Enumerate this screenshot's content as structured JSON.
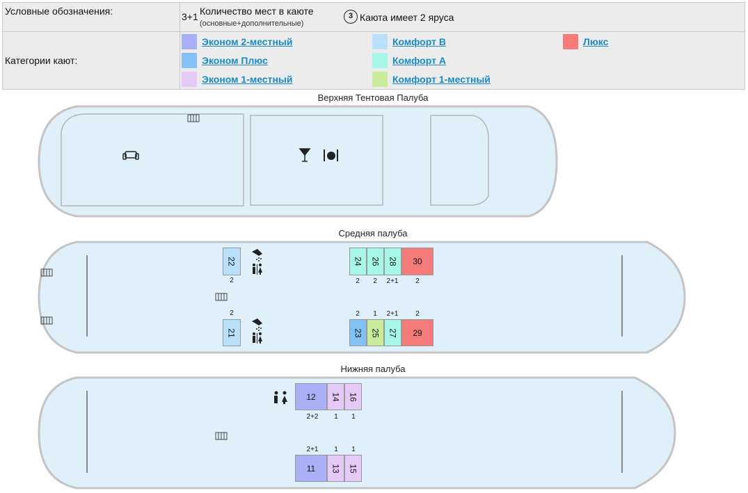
{
  "legend": {
    "title": "Условные обозначения:",
    "seat_example": "3+1",
    "seat_text": "Количество мест в каюте",
    "seat_subtext": "(основные+дополнительные)",
    "tier_number": "3",
    "tier_text": "Каюта имеет 2 яруса",
    "categories_label": "Категории кают:"
  },
  "categories": [
    {
      "label": "Эконом 2-местный",
      "color": "#aab0f5"
    },
    {
      "label": "Эконом Плюс",
      "color": "#84c1f6"
    },
    {
      "label": "Эконом 1-местный",
      "color": "#e5c9f7"
    },
    {
      "label": "Комфорт B",
      "color": "#b8e0fa"
    },
    {
      "label": "Комфорт A",
      "color": "#a6f7e8"
    },
    {
      "label": "Комфорт 1-местный",
      "color": "#c8ec9b"
    },
    {
      "label": "Люкс",
      "color": "#f57a7a"
    }
  ],
  "decks": {
    "upper": {
      "title": "Верхняя Тентовая Палуба"
    },
    "middle": {
      "title": "Средняя палуба"
    },
    "lower": {
      "title": "Нижняя палуба"
    }
  },
  "cabins": {
    "c22": {
      "number": "22",
      "capacity": "2",
      "category": "Комфорт B"
    },
    "c24": {
      "number": "24",
      "capacity": "2",
      "category": "Комфорт A"
    },
    "c26": {
      "number": "26",
      "capacity": "2",
      "category": "Комфорт A"
    },
    "c28": {
      "number": "28",
      "capacity": "2+1",
      "category": "Комфорт A"
    },
    "c30": {
      "number": "30",
      "capacity": "2",
      "category": "Люкс"
    },
    "c21": {
      "number": "21",
      "capacity": "2",
      "category": "Комфорт B"
    },
    "c23": {
      "number": "23",
      "capacity": "2",
      "category": "Эконом Плюс"
    },
    "c25": {
      "number": "25",
      "capacity": "1",
      "category": "Комфорт 1-местный"
    },
    "c27": {
      "number": "27",
      "capacity": "2+1",
      "category": "Комфорт A"
    },
    "c29": {
      "number": "29",
      "capacity": "2",
      "category": "Люкс"
    },
    "c12": {
      "number": "12",
      "capacity": "2+2",
      "category": "Эконом 2-местный"
    },
    "c14": {
      "number": "14",
      "capacity": "1",
      "category": "Эконом 1-местный"
    },
    "c16": {
      "number": "16",
      "capacity": "1",
      "category": "Эконом 1-местный"
    },
    "c11": {
      "number": "11",
      "capacity": "2+1",
      "category": "Эконом 2-местный"
    },
    "c13": {
      "number": "13",
      "capacity": "1",
      "category": "Эконом 1-местный"
    },
    "c15": {
      "number": "15",
      "capacity": "1",
      "category": "Эконом 1-местный"
    }
  },
  "colors": {
    "hull_fill": "#dff0fb",
    "hull_stroke": "#c4c4c4",
    "link": "#1a8ac6"
  }
}
